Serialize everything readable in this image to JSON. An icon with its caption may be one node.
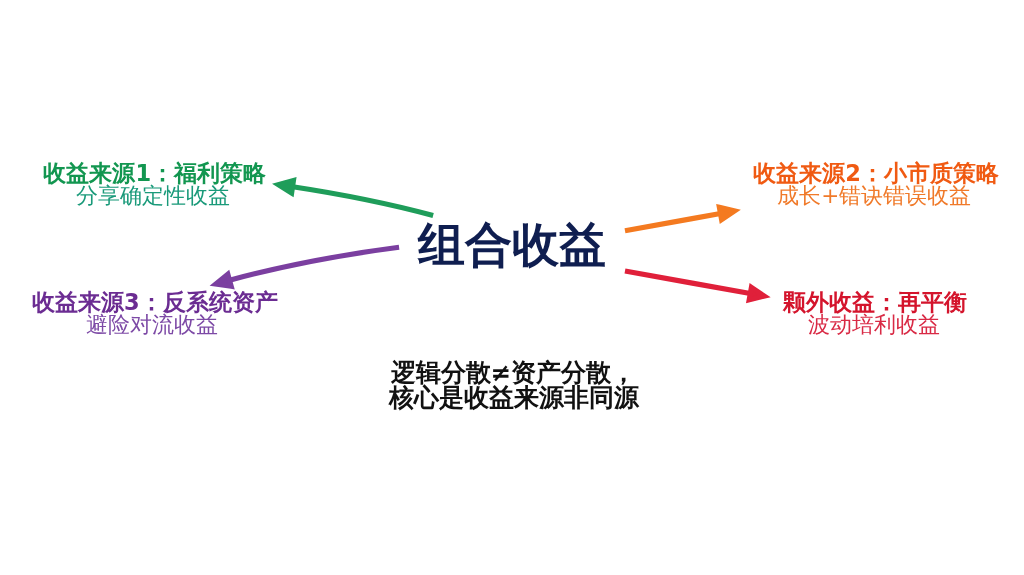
{
  "diagram": {
    "nodes": [
      {
        "text": [
          "收益来源1：福利策略",
          "分享确定性收益"
        ]
      },
      {
        "text": [
          "收益来源2：小市质策略",
          "成长+错诀错误收益"
        ]
      },
      {
        "text": [
          "组合收益"
        ]
      },
      {
        "text": [
          "收益来源3：反系统资产",
          "避险对流收益"
        ]
      },
      {
        "text": [
          "颗外收益：再平衡",
          "波动培利收益"
        ]
      }
    ],
    "edges": [
      {
        "from": 2,
        "to": 0,
        "arrow": "to",
        "color": "#1f9d5a"
      },
      {
        "from": 2,
        "to": 1,
        "arrow": "to",
        "color": "#f47a20"
      },
      {
        "from": 2,
        "to": 3,
        "arrow": "to",
        "color": "#7b3fa0"
      },
      {
        "from": 2,
        "to": 4,
        "arrow": "to",
        "color": "#e0203a"
      }
    ],
    "labels": [
      "逻辑分散≠资产分散，核心是收益来源非同源"
    ]
  }
}
